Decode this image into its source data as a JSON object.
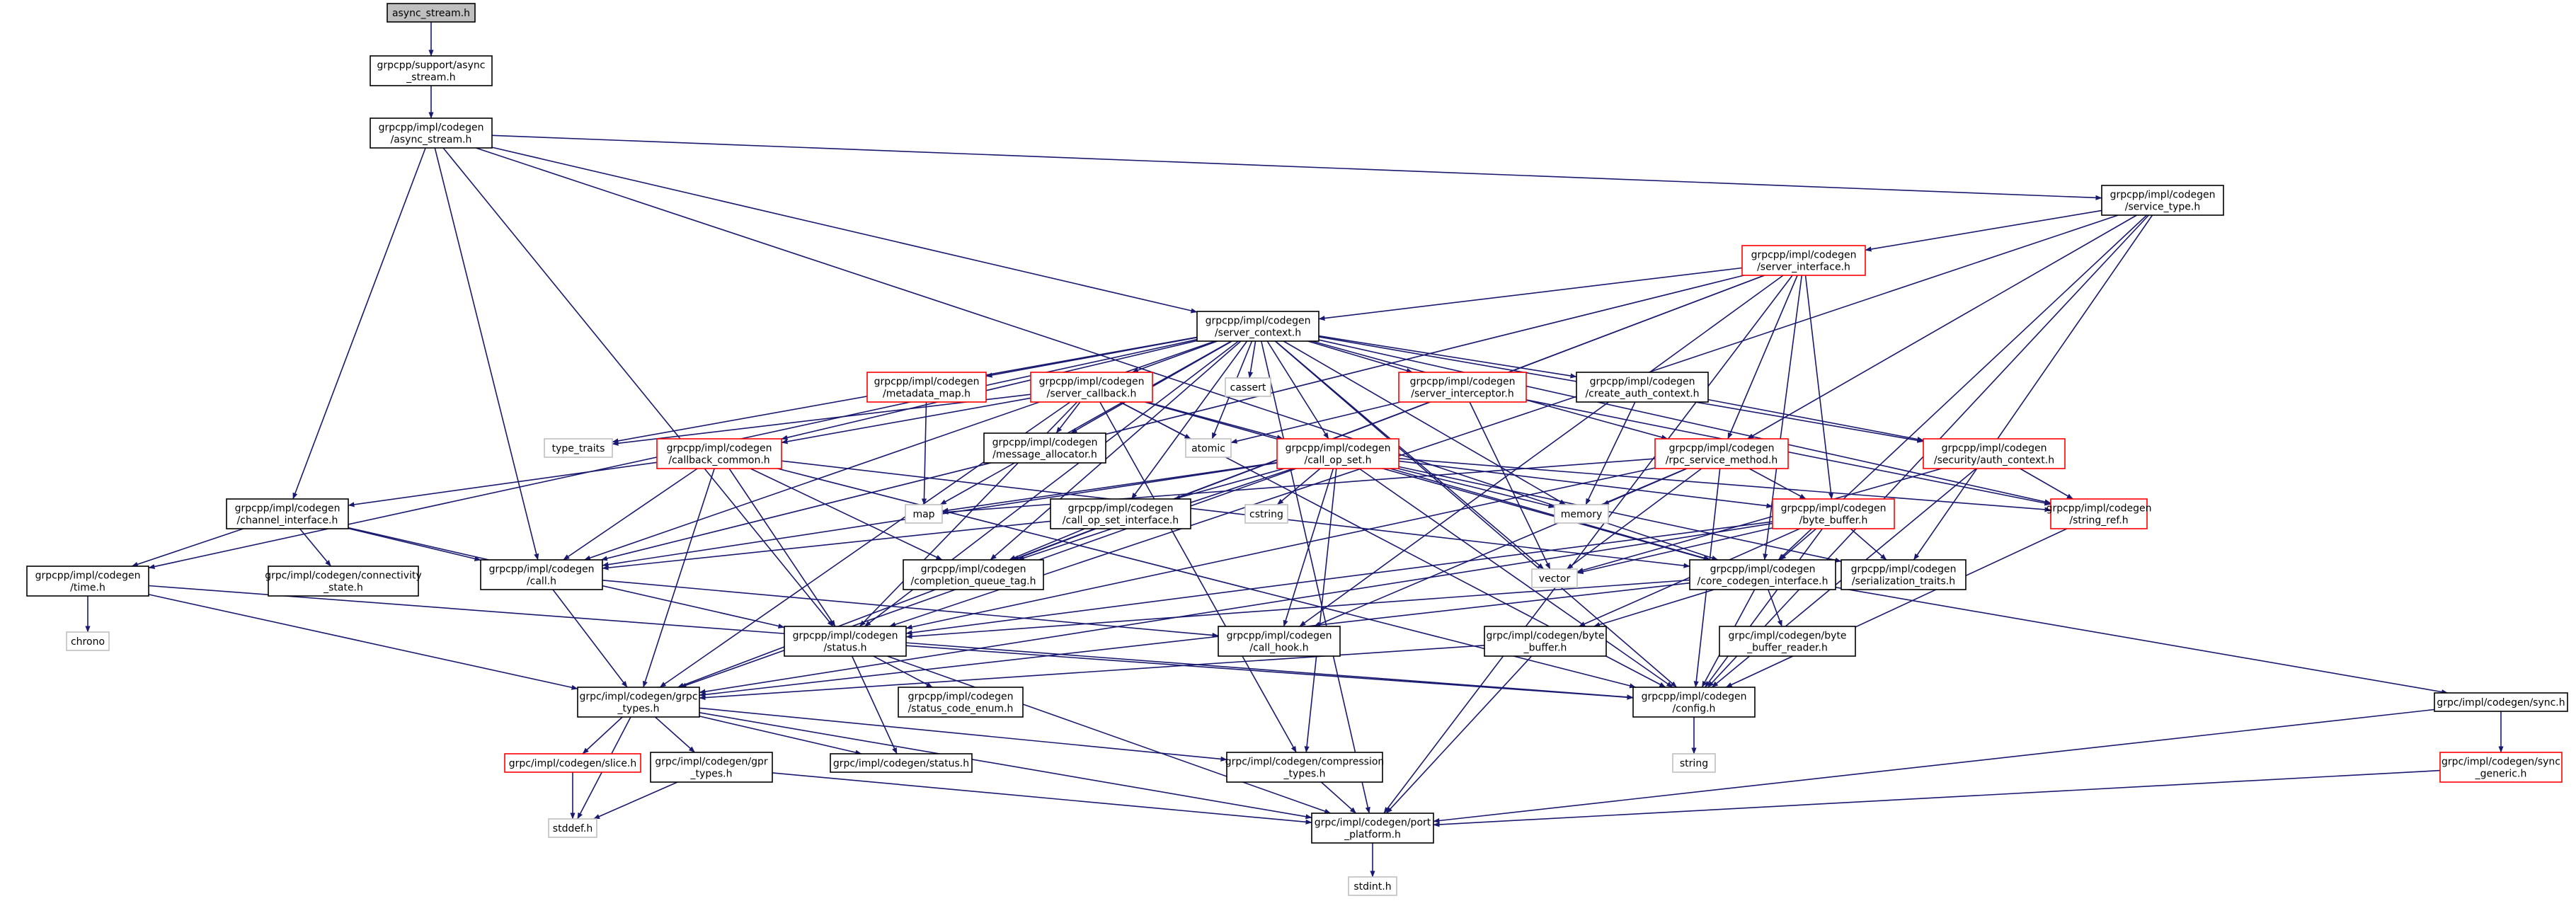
{
  "colors": {
    "edge": "#191970",
    "node_border": "#000000",
    "missing_border": "#bfbfbf",
    "truncated_border": "#ff0000",
    "root_fill": "#bfbfbf",
    "fill": "#ffffff",
    "text": "#000000"
  },
  "nodes": [
    {
      "id": "root",
      "style": "root",
      "lines": [
        "async_stream.h"
      ]
    },
    {
      "id": "support_async",
      "style": "normal",
      "lines": [
        "grpcpp/support/async",
        "_stream.h"
      ]
    },
    {
      "id": "codegen_async",
      "style": "normal",
      "lines": [
        "grpcpp/impl/codegen",
        "/async_stream.h"
      ]
    },
    {
      "id": "service_type",
      "style": "normal",
      "lines": [
        "grpcpp/impl/codegen",
        "/service_type.h"
      ]
    },
    {
      "id": "server_interface",
      "style": "truncated",
      "lines": [
        "grpcpp/impl/codegen",
        "/server_interface.h"
      ]
    },
    {
      "id": "server_context",
      "style": "normal",
      "lines": [
        "grpcpp/impl/codegen",
        "/server_context.h"
      ]
    },
    {
      "id": "metadata_map",
      "style": "truncated",
      "lines": [
        "grpcpp/impl/codegen",
        "/metadata_map.h"
      ]
    },
    {
      "id": "server_callback",
      "style": "truncated",
      "lines": [
        "grpcpp/impl/codegen",
        "/server_callback.h"
      ]
    },
    {
      "id": "cassert",
      "style": "missing",
      "lines": [
        "cassert"
      ]
    },
    {
      "id": "server_interceptor",
      "style": "truncated",
      "lines": [
        "grpcpp/impl/codegen",
        "/server_interceptor.h"
      ]
    },
    {
      "id": "create_auth",
      "style": "normal",
      "lines": [
        "grpcpp/impl/codegen",
        "/create_auth_context.h"
      ]
    },
    {
      "id": "type_traits",
      "style": "missing",
      "lines": [
        "type_traits"
      ]
    },
    {
      "id": "atomic",
      "style": "missing",
      "lines": [
        "atomic"
      ]
    },
    {
      "id": "message_allocator",
      "style": "normal",
      "lines": [
        "grpcpp/impl/codegen",
        "/message_allocator.h"
      ]
    },
    {
      "id": "callback_common",
      "style": "truncated",
      "lines": [
        "grpcpp/impl/codegen",
        "/callback_common.h"
      ]
    },
    {
      "id": "call_op_set",
      "style": "truncated",
      "lines": [
        "grpcpp/impl/codegen",
        "/call_op_set.h"
      ]
    },
    {
      "id": "rpc_service",
      "style": "truncated",
      "lines": [
        "grpcpp/impl/codegen",
        "/rpc_service_method.h"
      ]
    },
    {
      "id": "security_auth",
      "style": "truncated",
      "lines": [
        "grpcpp/impl/codegen",
        "/security/auth_context.h"
      ]
    },
    {
      "id": "map",
      "style": "missing",
      "lines": [
        "map"
      ]
    },
    {
      "id": "memory",
      "style": "missing",
      "lines": [
        "memory"
      ]
    },
    {
      "id": "cstring",
      "style": "missing",
      "lines": [
        "cstring"
      ]
    },
    {
      "id": "call_op_set_interface",
      "style": "normal",
      "lines": [
        "grpcpp/impl/codegen",
        "/call_op_set_interface.h"
      ]
    },
    {
      "id": "string_ref",
      "style": "truncated",
      "lines": [
        "grpcpp/impl/codegen",
        "/string_ref.h"
      ]
    },
    {
      "id": "byte_buffer",
      "style": "truncated",
      "lines": [
        "grpcpp/impl/codegen",
        "/byte_buffer.h"
      ]
    },
    {
      "id": "channel_interface",
      "style": "normal",
      "lines": [
        "grpcpp/impl/codegen",
        "/channel_interface.h"
      ]
    },
    {
      "id": "call",
      "style": "normal",
      "lines": [
        "grpcpp/impl/codegen",
        "/call.h"
      ]
    },
    {
      "id": "completion_queue_tag",
      "style": "normal",
      "lines": [
        "grpcpp/impl/codegen",
        "/completion_queue_tag.h"
      ]
    },
    {
      "id": "vector",
      "style": "missing",
      "lines": [
        "vector"
      ]
    },
    {
      "id": "core_codegen",
      "style": "normal",
      "lines": [
        "grpcpp/impl/codegen",
        "/core_codegen_interface.h"
      ]
    },
    {
      "id": "serialization",
      "style": "normal",
      "lines": [
        "grpcpp/impl/codegen",
        "/serialization_traits.h"
      ]
    },
    {
      "id": "time",
      "style": "normal",
      "lines": [
        "grpcpp/impl/codegen",
        "/time.h"
      ]
    },
    {
      "id": "connectivity",
      "style": "normal",
      "lines": [
        "grpc/impl/codegen/connectivity",
        "_state.h"
      ]
    },
    {
      "id": "chrono",
      "style": "missing",
      "lines": [
        "chrono"
      ]
    },
    {
      "id": "status",
      "style": "normal",
      "lines": [
        "grpcpp/impl/codegen",
        "/status.h"
      ]
    },
    {
      "id": "call_hook",
      "style": "normal",
      "lines": [
        "grpcpp/impl/codegen",
        "/call_hook.h"
      ]
    },
    {
      "id": "byte_buffer_reader",
      "style": "normal",
      "lines": [
        "grpc/impl/codegen/byte",
        "_buffer_reader.h"
      ]
    },
    {
      "id": "grpc_byte_buffer",
      "style": "normal",
      "lines": [
        "grpc/impl/codegen/byte",
        "_buffer.h"
      ]
    },
    {
      "id": "grpc_types",
      "style": "normal",
      "lines": [
        "grpc/impl/codegen/grpc",
        "_types.h"
      ]
    },
    {
      "id": "status_code_enum",
      "style": "normal",
      "lines": [
        "grpcpp/impl/codegen",
        "/status_code_enum.h"
      ]
    },
    {
      "id": "config",
      "style": "normal",
      "lines": [
        "grpcpp/impl/codegen",
        "/config.h"
      ]
    },
    {
      "id": "sync",
      "style": "normal",
      "lines": [
        "grpc/impl/codegen/sync.h"
      ]
    },
    {
      "id": "slice",
      "style": "truncated",
      "lines": [
        "grpc/impl/codegen/slice.h"
      ]
    },
    {
      "id": "gpr_types",
      "style": "normal",
      "lines": [
        "grpc/impl/codegen/gpr",
        "_types.h"
      ]
    },
    {
      "id": "grpc_status",
      "style": "normal",
      "lines": [
        "grpc/impl/codegen/status.h"
      ]
    },
    {
      "id": "compression_types",
      "style": "normal",
      "lines": [
        "grpc/impl/codegen/compression",
        "_types.h"
      ]
    },
    {
      "id": "string",
      "style": "missing",
      "lines": [
        "string"
      ]
    },
    {
      "id": "sync_generic",
      "style": "truncated",
      "lines": [
        "grpc/impl/codegen/sync",
        "_generic.h"
      ]
    },
    {
      "id": "stddef",
      "style": "missing",
      "lines": [
        "stddef.h"
      ]
    },
    {
      "id": "port_platform",
      "style": "normal",
      "lines": [
        "grpc/impl/codegen/port",
        "_platform.h"
      ]
    },
    {
      "id": "stdint",
      "style": "missing",
      "lines": [
        "stdint.h"
      ]
    }
  ],
  "edges": [
    [
      "root",
      "support_async"
    ],
    [
      "support_async",
      "codegen_async"
    ],
    [
      "codegen_async",
      "service_type"
    ],
    [
      "codegen_async",
      "server_context"
    ],
    [
      "codegen_async",
      "channel_interface"
    ],
    [
      "codegen_async",
      "call"
    ],
    [
      "codegen_async",
      "status"
    ],
    [
      "codegen_async",
      "core_codegen"
    ],
    [
      "service_type",
      "server_interface"
    ],
    [
      "service_type",
      "rpc_service"
    ],
    [
      "service_type",
      "serialization"
    ],
    [
      "service_type",
      "core_codegen"
    ],
    [
      "service_type",
      "config"
    ],
    [
      "service_type",
      "status"
    ],
    [
      "server_interface",
      "server_context"
    ],
    [
      "server_interface",
      "rpc_service"
    ],
    [
      "server_interface",
      "call"
    ],
    [
      "server_interface",
      "grpc_types"
    ],
    [
      "server_interface",
      "byte_buffer"
    ],
    [
      "server_interface",
      "call_hook"
    ],
    [
      "server_interface",
      "port_platform"
    ],
    [
      "server_interface",
      "core_codegen"
    ],
    [
      "server_interface",
      "completion_queue_tag"
    ],
    [
      "server_context",
      "metadata_map"
    ],
    [
      "server_context",
      "server_callback"
    ],
    [
      "server_context",
      "cassert"
    ],
    [
      "server_context",
      "server_interceptor"
    ],
    [
      "server_context",
      "create_auth"
    ],
    [
      "server_context",
      "type_traits"
    ],
    [
      "server_context",
      "atomic"
    ],
    [
      "server_context",
      "message_allocator"
    ],
    [
      "server_context",
      "callback_common"
    ],
    [
      "server_context",
      "call_op_set"
    ],
    [
      "server_context",
      "rpc_service"
    ],
    [
      "server_context",
      "security_auth"
    ],
    [
      "server_context",
      "map"
    ],
    [
      "server_context",
      "memory"
    ],
    [
      "server_context",
      "vector"
    ],
    [
      "server_context",
      "time"
    ],
    [
      "server_context",
      "call"
    ],
    [
      "server_context",
      "status"
    ],
    [
      "server_context",
      "completion_queue_tag"
    ],
    [
      "server_context",
      "config"
    ],
    [
      "server_context",
      "port_platform"
    ],
    [
      "server_context",
      "string_ref"
    ],
    [
      "server_context",
      "call_op_set_interface"
    ],
    [
      "metadata_map",
      "map"
    ],
    [
      "server_callback",
      "atomic"
    ],
    [
      "server_callback",
      "message_allocator"
    ],
    [
      "server_callback",
      "callback_common"
    ],
    [
      "server_callback",
      "call_op_set"
    ],
    [
      "server_callback",
      "config"
    ],
    [
      "server_callback",
      "status"
    ],
    [
      "server_callback",
      "grpc_types"
    ],
    [
      "server_callback",
      "compression_types"
    ],
    [
      "server_callback",
      "core_codegen"
    ],
    [
      "server_callback",
      "type_traits"
    ],
    [
      "server_interceptor",
      "atomic"
    ],
    [
      "server_interceptor",
      "vector"
    ],
    [
      "server_interceptor",
      "string_ref"
    ],
    [
      "create_auth",
      "memory"
    ],
    [
      "create_auth",
      "security_auth"
    ],
    [
      "callback_common",
      "channel_interface"
    ],
    [
      "callback_common",
      "call"
    ],
    [
      "callback_common",
      "status"
    ],
    [
      "callback_common",
      "grpc_types"
    ],
    [
      "callback_common",
      "config"
    ],
    [
      "callback_common",
      "completion_queue_tag"
    ],
    [
      "callback_common",
      "core_codegen"
    ],
    [
      "call_op_set",
      "map"
    ],
    [
      "call_op_set",
      "memory"
    ],
    [
      "call_op_set",
      "cstring"
    ],
    [
      "call_op_set",
      "call_op_set_interface"
    ],
    [
      "call_op_set",
      "byte_buffer"
    ],
    [
      "call_op_set",
      "string_ref"
    ],
    [
      "call_op_set",
      "call"
    ],
    [
      "call_op_set",
      "completion_queue_tag"
    ],
    [
      "call_op_set",
      "core_codegen"
    ],
    [
      "call_op_set",
      "config"
    ],
    [
      "call_op_set",
      "compression_types"
    ],
    [
      "call_op_set",
      "call_hook"
    ],
    [
      "call_op_set",
      "grpc_types"
    ],
    [
      "call_op_set",
      "serialization"
    ],
    [
      "rpc_service",
      "byte_buffer"
    ],
    [
      "rpc_service",
      "memory"
    ],
    [
      "rpc_service",
      "vector"
    ],
    [
      "rpc_service",
      "map"
    ],
    [
      "rpc_service",
      "config"
    ],
    [
      "rpc_service",
      "status"
    ],
    [
      "rpc_service",
      "call_hook"
    ],
    [
      "security_auth",
      "string_ref"
    ],
    [
      "security_auth",
      "vector"
    ],
    [
      "security_auth",
      "config"
    ],
    [
      "call_op_set_interface",
      "completion_queue_tag"
    ],
    [
      "call_op_set_interface",
      "call"
    ],
    [
      "string_ref",
      "config"
    ],
    [
      "byte_buffer",
      "serialization"
    ],
    [
      "byte_buffer",
      "core_codegen"
    ],
    [
      "byte_buffer",
      "vector"
    ],
    [
      "byte_buffer",
      "config"
    ],
    [
      "byte_buffer",
      "grpc_byte_buffer"
    ],
    [
      "byte_buffer",
      "status"
    ],
    [
      "byte_buffer",
      "grpc_types"
    ],
    [
      "channel_interface",
      "connectivity"
    ],
    [
      "channel_interface",
      "call"
    ],
    [
      "channel_interface",
      "time"
    ],
    [
      "channel_interface",
      "status"
    ],
    [
      "call",
      "grpc_types"
    ],
    [
      "call",
      "call_hook"
    ],
    [
      "time",
      "chrono"
    ],
    [
      "time",
      "grpc_types"
    ],
    [
      "time",
      "config"
    ],
    [
      "core_codegen",
      "byte_buffer_reader"
    ],
    [
      "core_codegen",
      "grpc_byte_buffer"
    ],
    [
      "core_codegen",
      "sync"
    ],
    [
      "core_codegen",
      "config"
    ],
    [
      "core_codegen",
      "status"
    ],
    [
      "core_codegen",
      "grpc_types"
    ],
    [
      "status",
      "status_code_enum"
    ],
    [
      "status",
      "grpc_status"
    ],
    [
      "status",
      "config"
    ],
    [
      "status",
      "port_platform"
    ],
    [
      "grpc_byte_buffer",
      "port_platform"
    ],
    [
      "grpc_byte_buffer",
      "grpc_types"
    ],
    [
      "grpc_types",
      "slice"
    ],
    [
      "grpc_types",
      "gpr_types"
    ],
    [
      "grpc_types",
      "grpc_status"
    ],
    [
      "grpc_types",
      "compression_types"
    ],
    [
      "grpc_types",
      "stddef"
    ],
    [
      "grpc_types",
      "port_platform"
    ],
    [
      "slice",
      "stddef"
    ],
    [
      "gpr_types",
      "stddef"
    ],
    [
      "gpr_types",
      "port_platform"
    ],
    [
      "compression_types",
      "port_platform"
    ],
    [
      "config",
      "string"
    ],
    [
      "sync",
      "sync_generic"
    ],
    [
      "sync",
      "port_platform"
    ],
    [
      "sync_generic",
      "port_platform"
    ],
    [
      "port_platform",
      "stdint"
    ]
  ]
}
